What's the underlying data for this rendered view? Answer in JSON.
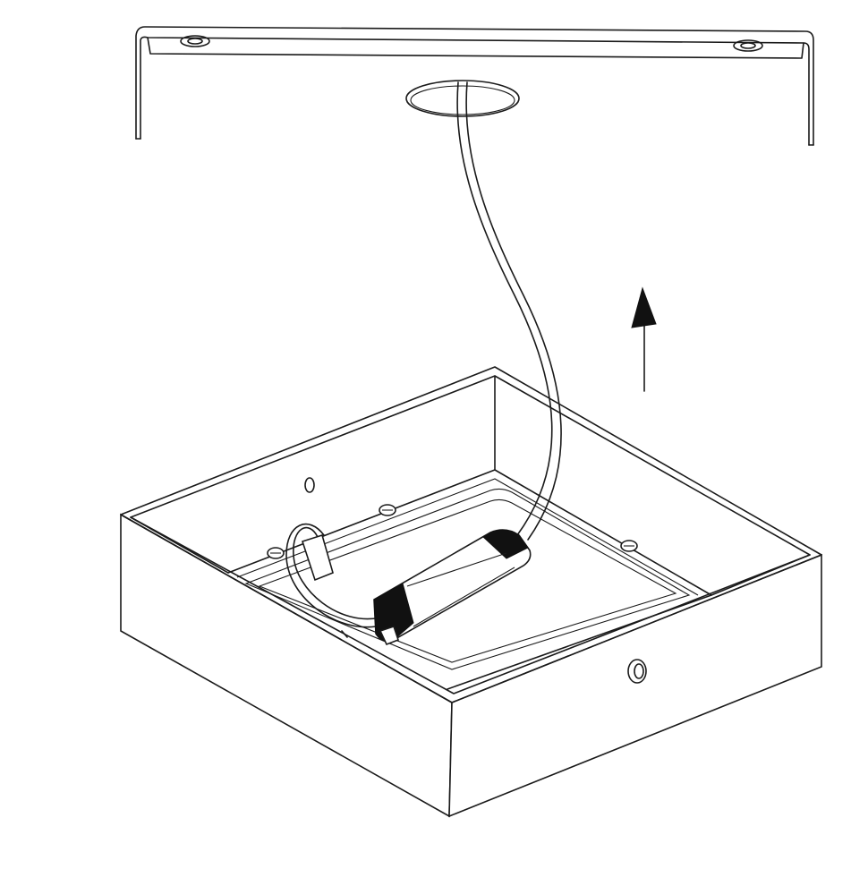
{
  "diagram": {
    "colors": {
      "line": "#1a1a1a",
      "background": "#ffffff"
    },
    "icons": [
      "mounting-bracket",
      "ceiling-hole",
      "power-cable",
      "up-arrow-icon",
      "light-fixture-box",
      "led-driver",
      "screw-icon"
    ]
  }
}
